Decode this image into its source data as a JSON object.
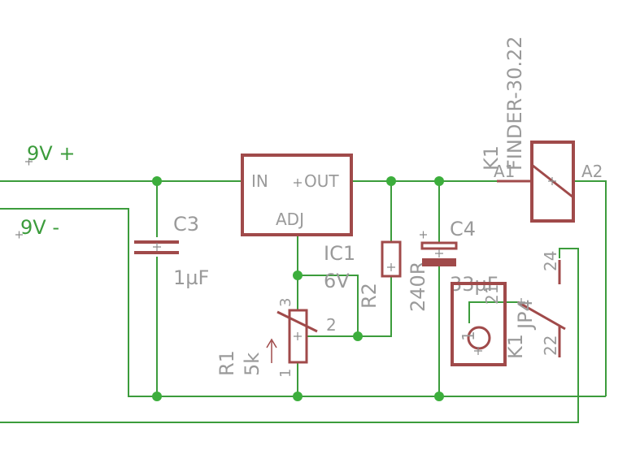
{
  "nets": {
    "vplus": "9V +",
    "vminus": "9V -"
  },
  "ic1": {
    "name": "IC1",
    "value": "6V",
    "pin_in": "IN",
    "pin_out": "OUT",
    "pin_adj": "ADJ"
  },
  "c3": {
    "name": "C3",
    "value": "1µF"
  },
  "c4": {
    "name": "C4",
    "value": "33µF"
  },
  "r2": {
    "name": "R2",
    "value": "240R"
  },
  "r1": {
    "name": "R1",
    "value": "5k",
    "pin1": "1",
    "pin2": "2",
    "pin3": "3"
  },
  "k1": {
    "name": "K1",
    "value": "FINDER-30.22",
    "pin_a1": "A1",
    "pin_a2": "A2",
    "contact_name": "K1",
    "contact_value": "JP4",
    "pin_21": "21",
    "pin_22": "22",
    "pin_24": "24"
  },
  "jp4": {
    "pin1": "1"
  },
  "colors": {
    "wire": "#3c9c3c",
    "junction": "#3cae3c",
    "component": "#a04a4a",
    "label": "#9a9a9a"
  }
}
